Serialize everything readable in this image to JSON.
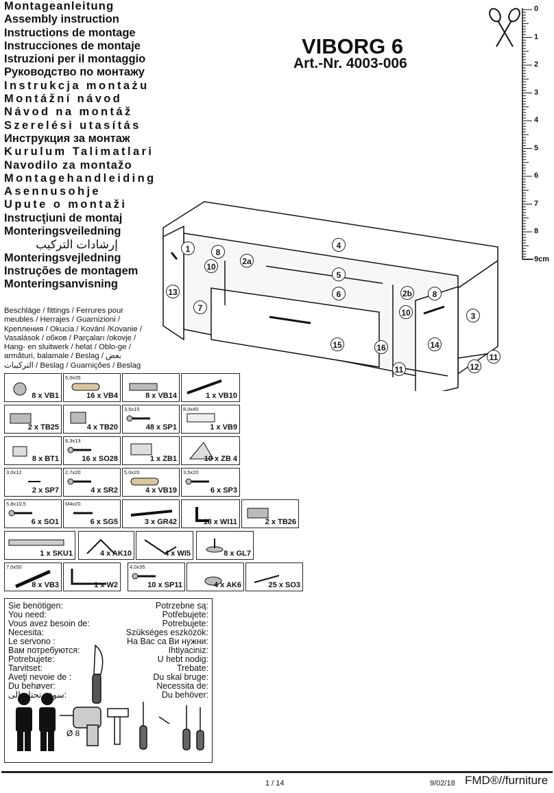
{
  "titles": [
    "Montageanleitung",
    "Assembly instruction",
    "Instructions de montage",
    "Instrucciones de montaje",
    "Istruzioni per il montaggio",
    "Руководство по монтажу",
    "Instrukcja montażu",
    "Montážní návod",
    "Návod na montáž",
    "Szerelési utasítás",
    "Инструкция за монтаж",
    "Kurulum Talimatlari",
    "Navodilo za montažo",
    "Montagehandleiding",
    "Asennusohje",
    "Upute o montaži",
    "Instrucţiuni de montaj",
    "Monteringsveiledning",
    "إرشادات التركيب",
    "Monteringsvejledning",
    "Instruções de montagem",
    "Monteringsanvisning"
  ],
  "hardware_text": "Beschläge / fittings / Ferrures pour meubles / Herrajes / Guarnizioni / Крепления / Okucia / Kování /Kovanie / Vasalások / обков / Parçaları /okovje / Hang- en sluitwerk / helat / Oblo-ge / armături, balamale / Beslag / بعض التركيبات / Beslag / Guarnições / Beslag",
  "product": {
    "model": "VIBORG 6",
    "article": "Art.-Nr. 4003-006"
  },
  "ruler": {
    "marks": [
      "0",
      "1",
      "2",
      "3",
      "4",
      "5",
      "6",
      "7",
      "8",
      "9cm"
    ]
  },
  "furniture_numbers": [
    "1",
    "8",
    "10",
    "2a",
    "4",
    "5",
    "6",
    "13",
    "7",
    "2b",
    "8",
    "10",
    "3",
    "15",
    "16",
    "14",
    "11",
    "11",
    "12"
  ],
  "parts": [
    {
      "dim": "",
      "label": "8 x VB1",
      "icon": "cam-lock-icon"
    },
    {
      "dim": "5,0x35",
      "label": "16 x VB4",
      "icon": "dowel-icon"
    },
    {
      "dim": "",
      "label": "8 x VB14",
      "icon": "connector-bolt-icon"
    },
    {
      "dim": "",
      "label": "1 x VB10",
      "icon": "long-screw-icon"
    },
    {
      "dim": "",
      "label": "2 x TB25",
      "icon": "hinge-icon"
    },
    {
      "dim": "",
      "label": "4 x TB20",
      "icon": "hinge-plate-icon"
    },
    {
      "dim": "3,5x15",
      "label": "48 x SP1",
      "icon": "screw-icon"
    },
    {
      "dim": "8,0x40",
      "label": "1 x VB9",
      "icon": "wall-plug-icon"
    },
    {
      "dim": "",
      "label": "8 x BT1",
      "icon": "shelf-pin-icon"
    },
    {
      "dim": "6,3x13",
      "label": "16 x SO28",
      "icon": "screw-icon"
    },
    {
      "dim": "",
      "label": "1 x ZB1",
      "icon": "glue-tube-icon"
    },
    {
      "dim": "",
      "label": "10 x ZB 4",
      "icon": "corner-cap-icon"
    },
    {
      "dim": "3,0x12",
      "label": "2 x SP7",
      "icon": "small-screw-icon"
    },
    {
      "dim": "2,7x20",
      "label": "4 x SR2",
      "icon": "screw-icon"
    },
    {
      "dim": "5,0x20",
      "label": "4 x VB19",
      "icon": "dowel-icon"
    },
    {
      "dim": "3,5x20",
      "label": "6 x SP3",
      "icon": "screw-icon"
    },
    {
      "dim": "5,8x10,5",
      "label": "6 x SO1",
      "icon": "screw-icon"
    },
    {
      "dim": "M4x20",
      "label": "6 x SG5",
      "icon": "machine-screw-icon"
    },
    {
      "dim": "",
      "label": "3 x GR42",
      "icon": "handle-icon"
    },
    {
      "dim": "",
      "label": "18 x WI11",
      "icon": "angle-bracket-icon"
    },
    {
      "dim": "",
      "label": "2 x TB26",
      "icon": "hinge-icon"
    },
    {
      "dim": "",
      "label": "1 x SKU1",
      "icon": "drawer-runner-icon"
    },
    {
      "dim": "",
      "label": "4 x AK10",
      "icon": "wall-bracket-icon"
    },
    {
      "dim": "",
      "label": "4 x WI5",
      "icon": "angle-plate-icon"
    },
    {
      "dim": "",
      "label": "8 x GL7",
      "icon": "glide-icon"
    },
    {
      "dim": "7,0x50",
      "label": "8 x VB3",
      "icon": "large-screw-icon"
    },
    {
      "dim": "",
      "label": "1 x W2",
      "icon": "allen-key-icon"
    },
    {
      "dim": "4,0x35",
      "label": "10 x SP11",
      "icon": "screw-icon"
    },
    {
      "dim": "",
      "label": "4 x AK6",
      "icon": "washer-icon"
    },
    {
      "dim": "",
      "label": "25 x SO3",
      "icon": "nail-icon"
    }
  ],
  "needs": {
    "left": [
      "Sie benötigen:",
      "You need:",
      "Vous avez besoin de:",
      "Necesita:",
      "Le servono :",
      "Вам потребуются:",
      "Potrebujete:",
      "Tarvitset:",
      "Aveţi nevoie de :",
      "Du behøver:",
      "سوف تحتاج إلى:"
    ],
    "right": [
      "Potrzebne są:",
      "Potřebujete:",
      "Potrebujete:",
      "Szükséges eszközök:",
      "На Вас са Ви нужни:",
      "Ihtiyaciniz:",
      "U hebt nodig:",
      "Trebate:",
      "Du skal bruge:",
      "Necessita de:",
      "Du behöver:"
    ],
    "drill_size": "Ø 8"
  },
  "footer": {
    "page": "1 / 14",
    "date": "9/02/18",
    "brand": "FMD®//furniture"
  }
}
